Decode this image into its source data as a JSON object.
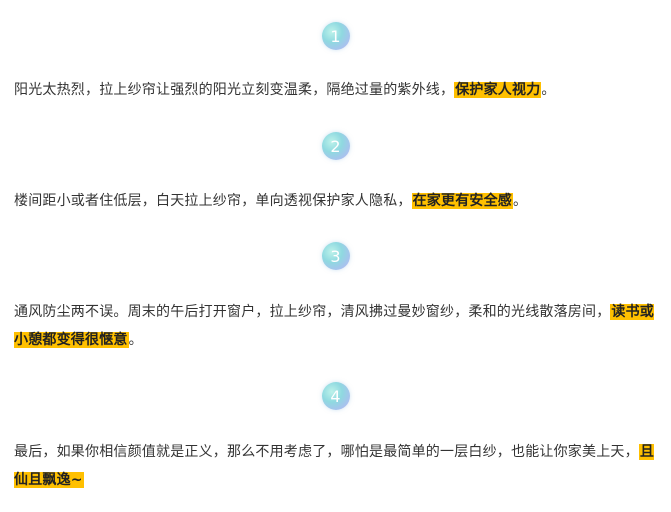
{
  "sections": [
    {
      "number": "1",
      "text_before": "阳光太热烈，拉上纱帘让强烈的阳光立刻变温柔，隔绝过量的紫外线，",
      "highlight": "保护家人视力",
      "text_after": "。"
    },
    {
      "number": "2",
      "text_before": "楼间距小或者住低层，白天拉上纱帘，单向透视保护家人隐私，",
      "highlight": "在家更有安全感",
      "text_after": "。"
    },
    {
      "number": "3",
      "text_before": "通风防尘两不误。周末的午后打开窗户，拉上纱帘，清风拂过曼妙窗纱，柔和的光线散落房间，",
      "highlight": "读书或小憩都变得很惬意",
      "text_after": "。"
    },
    {
      "number": "4",
      "text_before": "最后，如果你相信颜值就是正义，那么不用考虑了，哪怕是最简单的一层白纱，也能让你家美上天，",
      "highlight": "且仙且飘逸~",
      "text_after": ""
    }
  ],
  "colors": {
    "highlight": "#ffc000",
    "text": "#333333"
  }
}
